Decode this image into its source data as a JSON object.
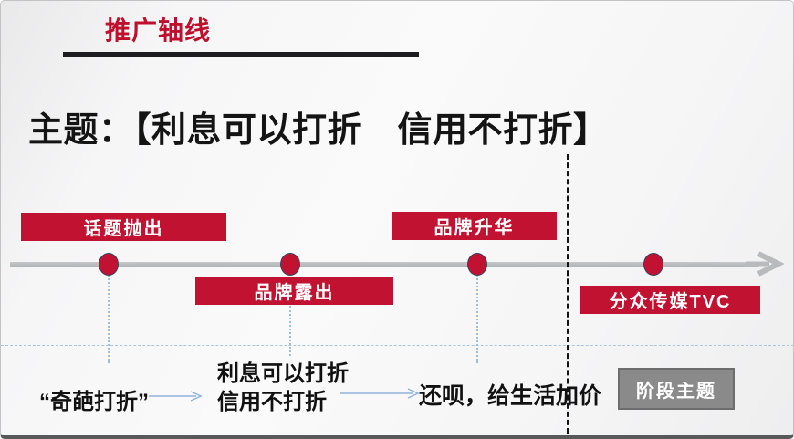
{
  "slide": {
    "section_title": "推广轴线",
    "heading": "主题：【利息可以打折　信用不打折】"
  },
  "timeline": {
    "milestones": [
      {
        "label": "话题抛出",
        "position": "above-line"
      },
      {
        "label": "品牌露出",
        "position": "below-line"
      },
      {
        "label": "品牌升华",
        "position": "above-line"
      },
      {
        "label": "分众传媒TVC",
        "position": "below-line"
      }
    ]
  },
  "flow": {
    "step1": "“奇葩打折”",
    "step2": "利息可以打折\n信用不打折",
    "step3": "还呗，给生活加价",
    "stage_label": "阶段主题"
  },
  "colors": {
    "accent_red": "#c21231",
    "title_red": "#c00f2d",
    "timeline_gray": "#b9babc",
    "stage_box_gray": "#8a8a8a",
    "connector_blue": "#8fb4d9",
    "divider_black": "#131313"
  }
}
